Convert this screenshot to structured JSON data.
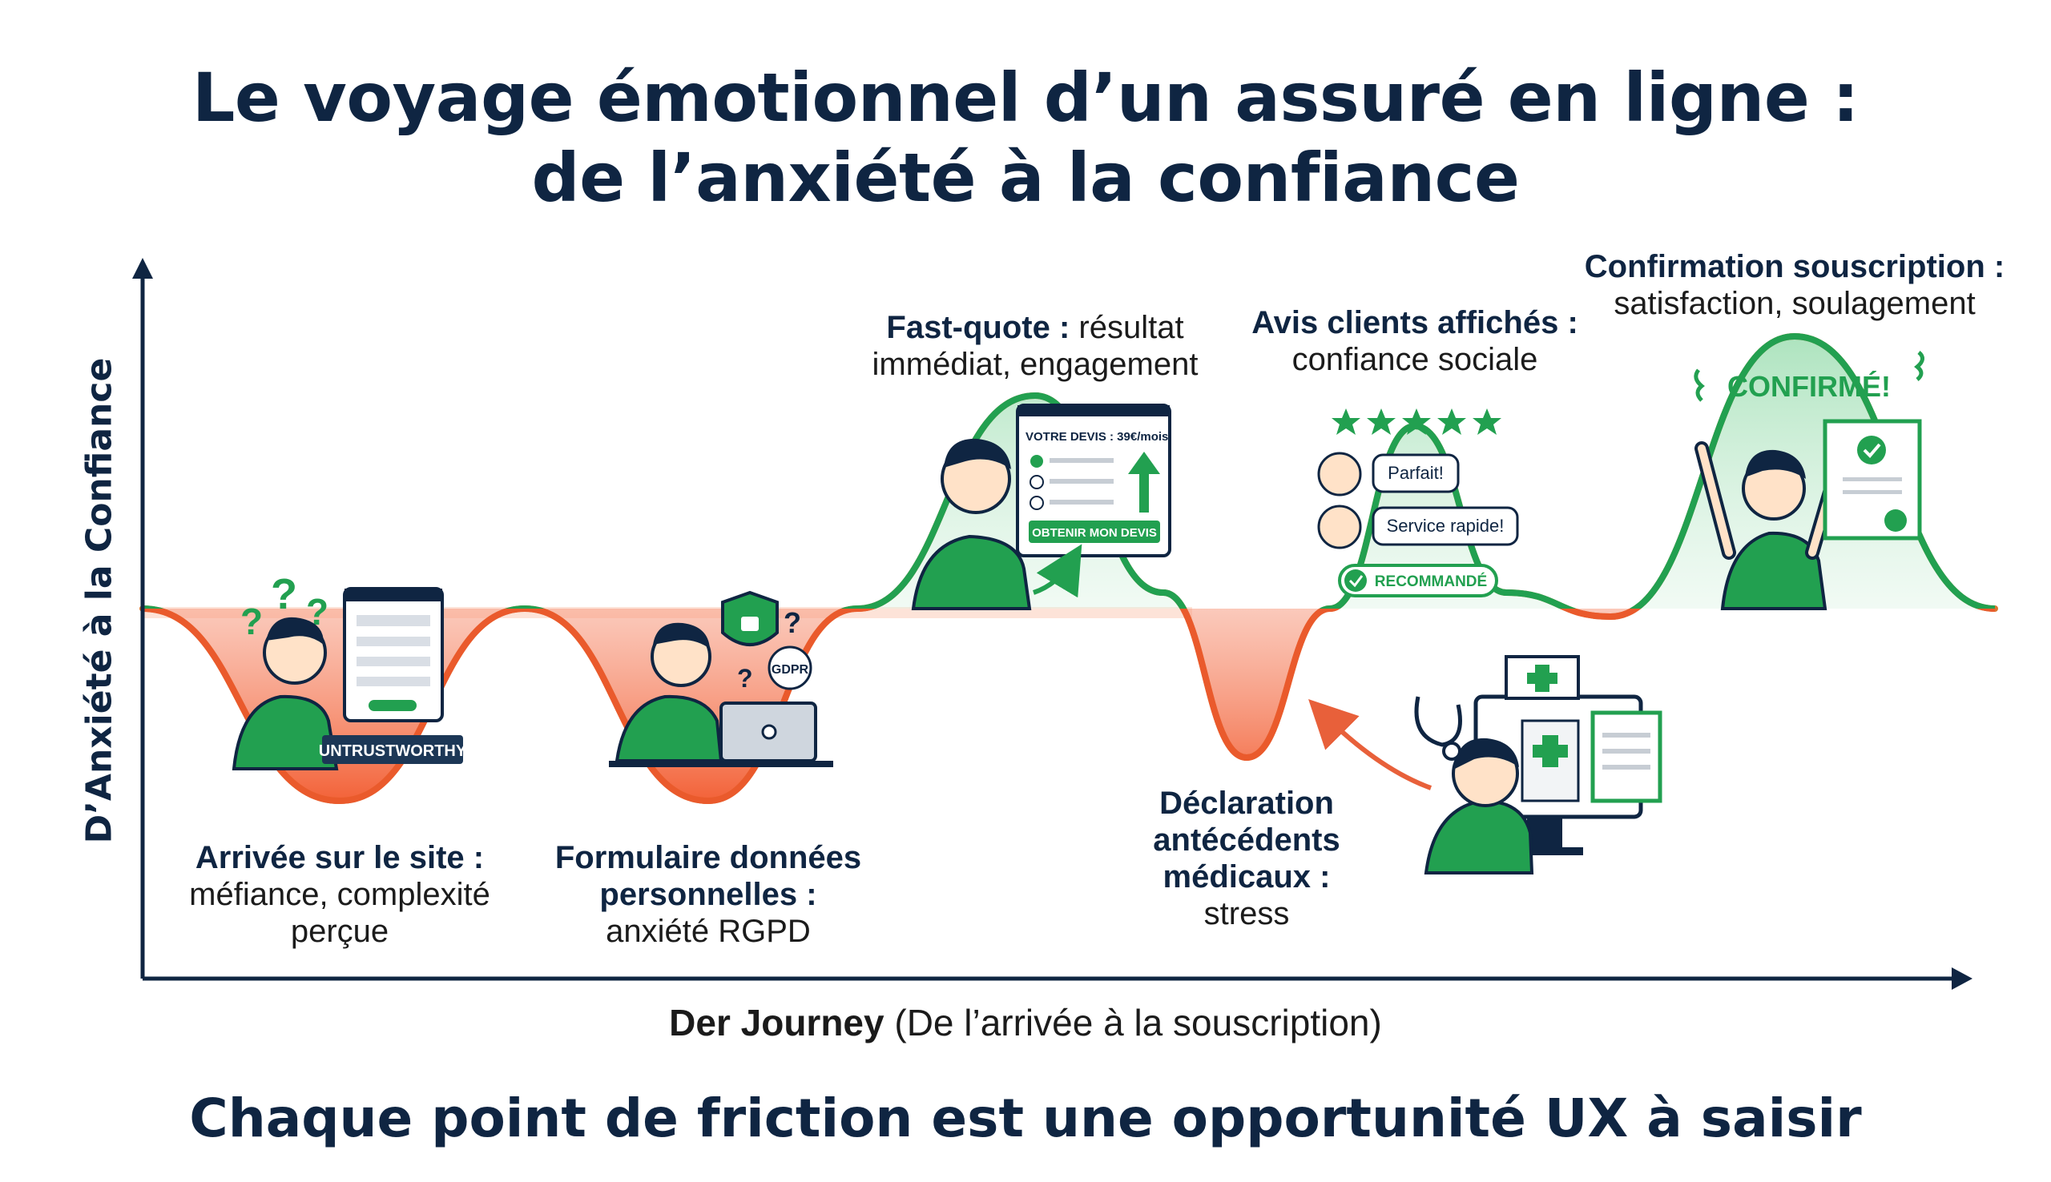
{
  "title": {
    "line1": "Le voyage émotionnel d’un assuré en ligne :",
    "line2": "de l’anxiété à la confiance"
  },
  "footer": "Chaque point de friction est une opportunité UX à saisir",
  "axes": {
    "ylabel": "D’Anxiété à la Confiance",
    "xlabel_bold": "Der Journey",
    "xlabel_rest": " (De l’arrivée à la souscription)"
  },
  "stages": [
    {
      "title": "Arrivée sur le site :",
      "desc1": "méfiance, complexité",
      "desc2": "perçue",
      "sentiment": "anxiety"
    },
    {
      "title": "Formulaire données",
      "title2": "personnelles :",
      "desc1": "anxiété RGPD",
      "sentiment": "anxiety"
    },
    {
      "title": "Fast-quote :",
      "desc1": " résultat",
      "desc2": "immédiat, engagement",
      "sentiment": "confidence"
    },
    {
      "title": "Avis clients affichés :",
      "desc1": "confiance sociale",
      "sentiment": "confidence"
    },
    {
      "title": "Déclaration",
      "title2": "antécédents",
      "title3": "médicaux :",
      "desc1": "stress",
      "sentiment": "anxiety"
    },
    {
      "title": "Confirmation souscription :",
      "desc1": "satisfaction, soulagement",
      "sentiment": "confidence"
    }
  ],
  "illustrations": {
    "untrustworthy": "UNTRUSTWORTHY",
    "gdpr": "GDPR",
    "quote_header": "VOTRE DEVIS : 39€/mois",
    "quote_button": "OBTENIR MON DEVIS",
    "review1": "Parfait!",
    "review2": "Service rapide!",
    "recommended": "RECOMMANDÉ",
    "confirmed": "CONFIRMÉ!"
  },
  "colors": {
    "navy": "#0f2542",
    "green": "#22a050",
    "green_light": "#d6f1de",
    "orange": "#f25a2e",
    "orange_light": "#fde3d8"
  }
}
